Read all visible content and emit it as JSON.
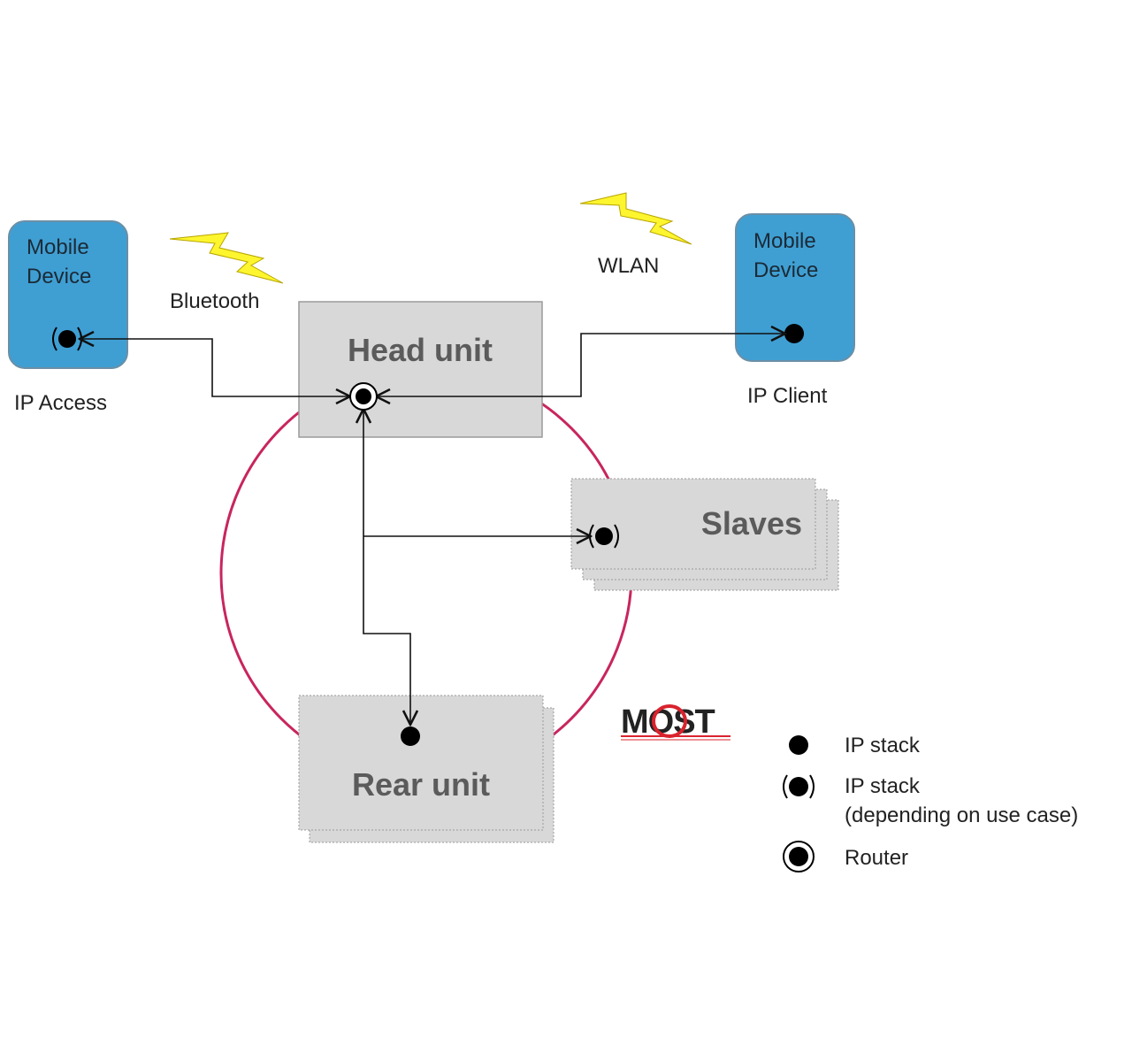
{
  "mobile_left": {
    "line1": "Mobile",
    "line2": "Device",
    "caption": "IP Access"
  },
  "mobile_right": {
    "line1": "Mobile",
    "line2": "Device",
    "caption": "IP Client"
  },
  "bluetooth_label": "Bluetooth",
  "wlan_label": "WLAN",
  "head_unit_label": "Head unit",
  "slaves_label": "Slaves",
  "rear_unit_label": "Rear unit",
  "logo": {
    "text": "MOST"
  },
  "legend": {
    "ip_stack": "IP stack",
    "ip_stack_optional_line1": "IP stack",
    "ip_stack_optional_line2": "(depending on use case)",
    "router": "Router"
  },
  "colors": {
    "mobile_fill": "#3f9fd3",
    "unit_fill": "#d8d8d8",
    "ring": "#c8255e",
    "lightning": "#fdf52e",
    "logo": "#d9232e"
  },
  "icons": {
    "bluetooth": "lightning-bolt-icon",
    "wlan": "lightning-bolt-icon",
    "ip_stack": "filled-dot-icon",
    "ip_stack_optional": "parenthesized-dot-icon",
    "router": "ringed-dot-icon"
  }
}
